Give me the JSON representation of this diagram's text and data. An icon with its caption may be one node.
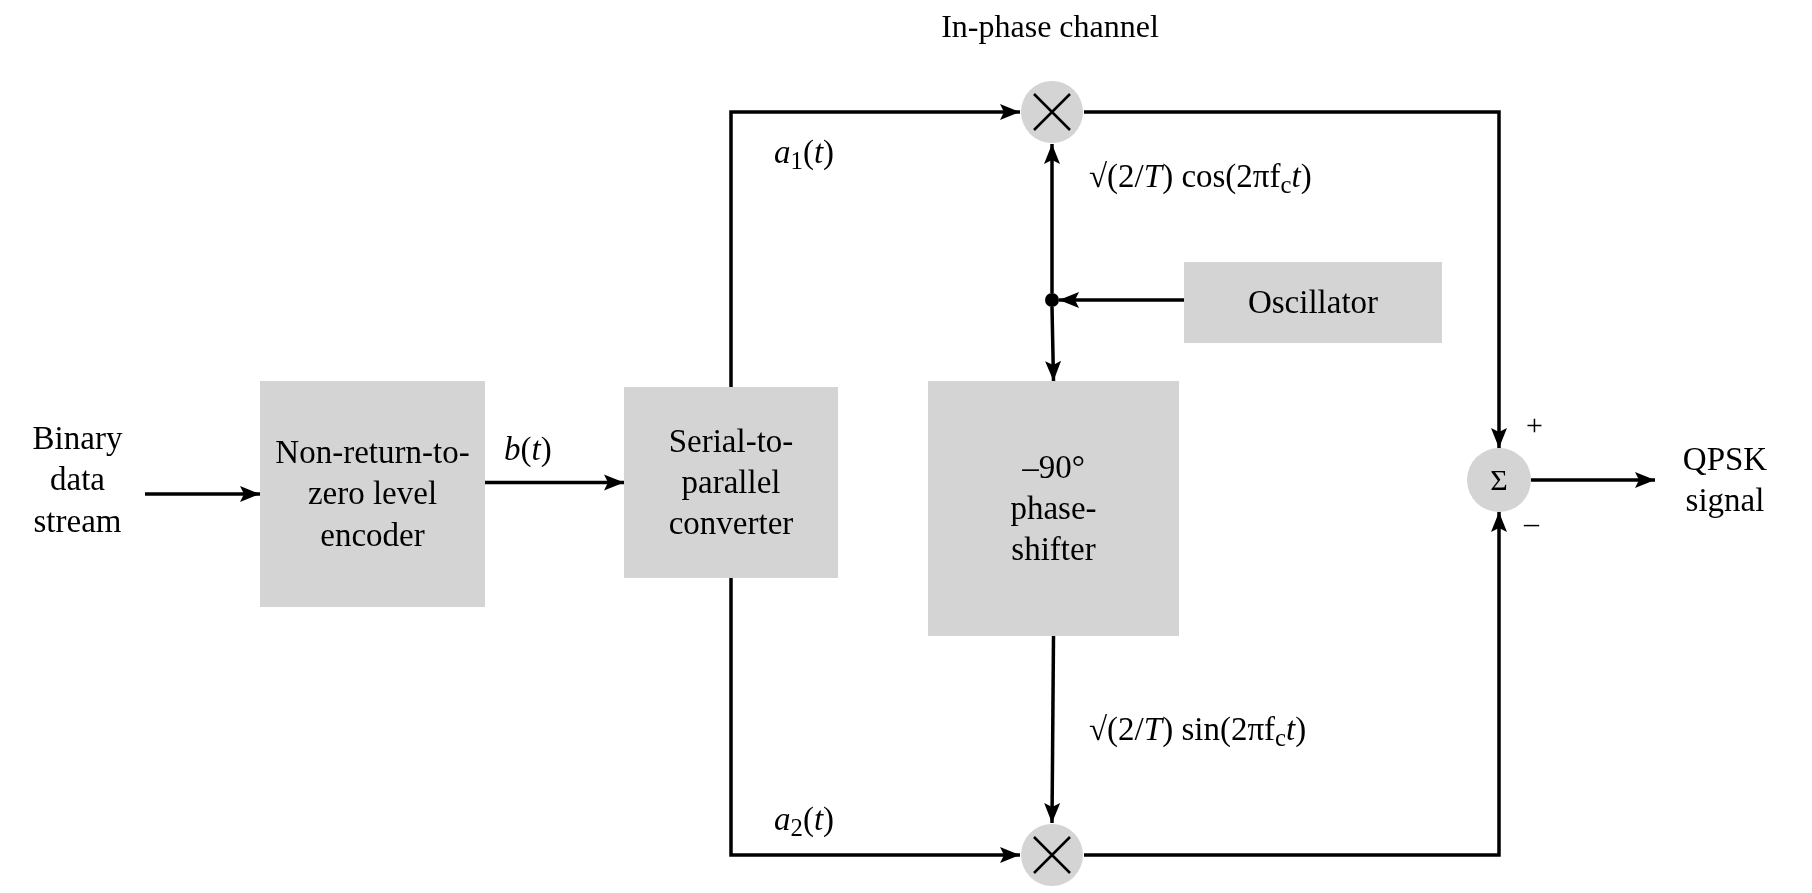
{
  "diagram": {
    "nodes": [
      {
        "text": [
          "Binary data stream"
        ]
      },
      {
        "text": [
          "Non-return-to-zero level encoder"
        ]
      },
      {
        "text": [
          "Serial-to-parallel converter"
        ]
      },
      {
        "text": [],
        "shape": "circle",
        "beside": [
          "In-phase channel"
        ]
      },
      {
        "text": [],
        "shape": "dot"
      },
      {
        "text": [
          "Oscillator"
        ]
      },
      {
        "text": [
          "–90° phase-shifter"
        ]
      },
      {
        "text": [],
        "shape": "circle"
      },
      {
        "text": [
          "Σ"
        ]
      },
      {
        "text": [
          "QPSK signal"
        ]
      }
    ],
    "edges": [
      {
        "from": 0,
        "to": 1,
        "arrow": "to"
      },
      {
        "from": 1,
        "to": 2,
        "arrow": "to",
        "label": "*b*(*t*)"
      },
      {
        "from": 2,
        "to": 3,
        "arrow": "to",
        "label": "*a*$_{1}$(*t*)"
      },
      {
        "from": 2,
        "to": 7,
        "arrow": "to",
        "label": "*a*$_{2}$(*t*)"
      },
      {
        "from": 5,
        "to": 4,
        "arrow": "to"
      },
      {
        "from": 4,
        "to": 3,
        "arrow": "to",
        "label": "√(2/*T*) cos(2πf$_{c}$*t*)"
      },
      {
        "from": 4,
        "to": 6,
        "arrow": "to"
      },
      {
        "from": 6,
        "to": 7,
        "arrow": "to",
        "label": "√(2/*T*) sin(2πf$_{c}$*t*)"
      },
      {
        "from": 3,
        "to": 8,
        "arrow": "to"
      },
      {
        "from": 7,
        "to": 8,
        "arrow": "to"
      },
      {
        "from": 8,
        "to": 9,
        "arrow": "to"
      }
    ],
    "labels": [
      "+",
      "–"
    ]
  }
}
